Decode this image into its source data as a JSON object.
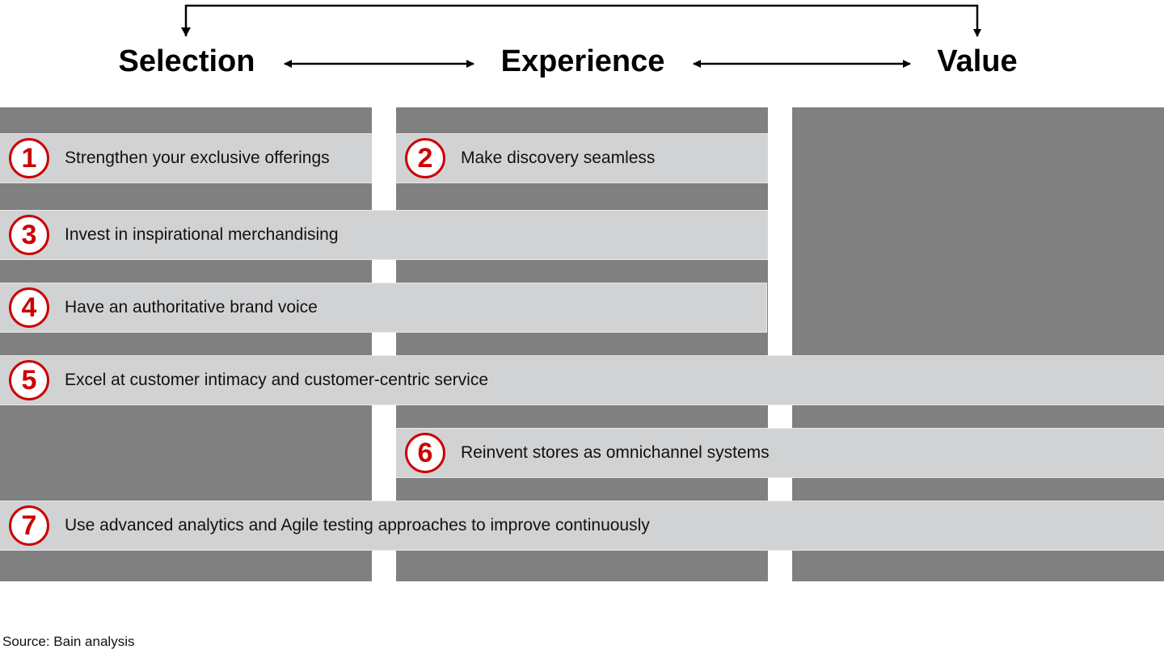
{
  "header": {
    "stages": [
      "Selection",
      "Experience",
      "Value"
    ]
  },
  "colors": {
    "column_fill": "#808080",
    "band_fill": "#d1d2d4",
    "number_accent": "#cc0000"
  },
  "initiatives": [
    {
      "number": "1",
      "label": "Strengthen your exclusive offerings",
      "spans": [
        "Selection"
      ]
    },
    {
      "number": "2",
      "label": "Make discovery seamless",
      "spans": [
        "Experience"
      ]
    },
    {
      "number": "3",
      "label": "Invest in inspirational merchandising",
      "spans": [
        "Selection",
        "Experience"
      ]
    },
    {
      "number": "4",
      "label": "Have an authoritative brand voice",
      "spans": [
        "Selection",
        "Experience"
      ]
    },
    {
      "number": "5",
      "label": "Excel at customer intimacy and customer-centric service",
      "spans": [
        "Selection",
        "Experience",
        "Value"
      ]
    },
    {
      "number": "6",
      "label": "Reinvent stores as omnichannel systems",
      "spans": [
        "Experience",
        "Value"
      ]
    },
    {
      "number": "7",
      "label": "Use advanced analytics and Agile testing approaches to improve continuously",
      "spans": [
        "Selection",
        "Experience",
        "Value"
      ]
    }
  ],
  "footer": {
    "source": "Source: Bain analysis"
  }
}
